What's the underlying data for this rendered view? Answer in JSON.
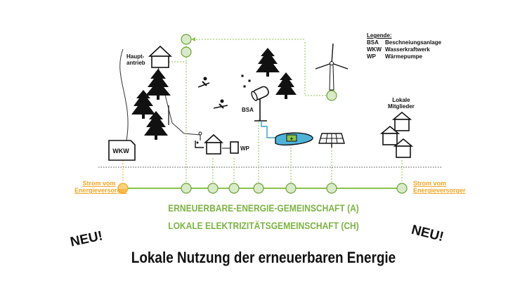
{
  "legend": {
    "title": "Legende:",
    "rows": [
      {
        "abbr": "BSA",
        "text": "Beschneiungsanlage"
      },
      {
        "abbr": "WKW",
        "text": "Wasserkraftwerk"
      },
      {
        "abbr": "WP",
        "text": "Wärmepumpe"
      }
    ]
  },
  "labels": {
    "hauptantrieb_1": "Haupt-",
    "hauptantrieb_2": "antrieb",
    "bsa": "BSA",
    "wkw": "WKW",
    "wp": "WP",
    "mitglieder_1": "Lokale",
    "mitglieder_2": "Mitglieder",
    "strom_left_1": "Strom vom",
    "strom_left_2": "Energieversorger",
    "strom_right_1": "Strom vom",
    "strom_right_2": "Energieversorger"
  },
  "community": {
    "line_a": "ERNEUERBARE-ENERGIE-GEMEINSCHAFT (A)",
    "line_ch": "LOKALE ELEKTRIZITÄTSGEMEINSCHAFT (CH)"
  },
  "neu_left": "NEU!",
  "neu_right": "NEU!",
  "footer_title": "Lokale Nutzung der erneuerbaren Energie",
  "colors": {
    "green": "#8bc34a",
    "green_dark": "#6aa33a",
    "orange": "#f5a623",
    "node_fill": "#d9eac8",
    "water": "#3aa0c8"
  }
}
